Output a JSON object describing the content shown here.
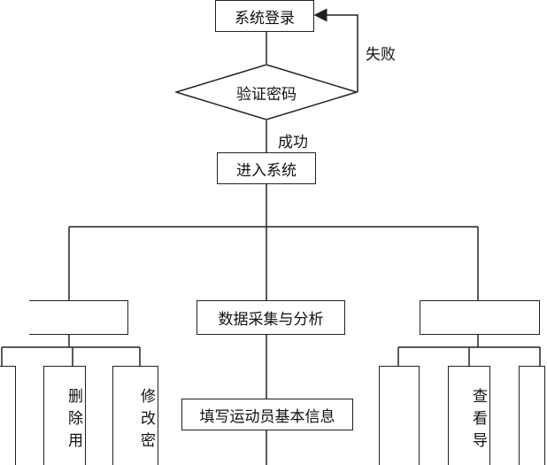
{
  "diagram": {
    "login": "系统登录",
    "verify": "验证密码",
    "fail_label": "失败",
    "success_label": "成功",
    "enter": "进入系统",
    "center_module": "数据采集与分析",
    "center_child": "填写运动员基本信息",
    "left_module": "",
    "right_module": "",
    "left_children": [
      "",
      "删除用",
      "修改密"
    ],
    "right_children": [
      "",
      "查看导",
      ""
    ]
  },
  "colors": {
    "line": "#222222",
    "background": "#ffffff"
  }
}
